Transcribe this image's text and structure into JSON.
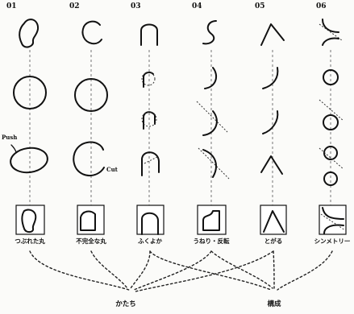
{
  "columns": [
    {
      "number": "01",
      "label": "つぶれた丸"
    },
    {
      "number": "02",
      "label": "不完全な丸"
    },
    {
      "number": "03",
      "label": "ふくよか"
    },
    {
      "number": "04",
      "label": "うねり・反転"
    },
    {
      "number": "05",
      "label": "とがる"
    },
    {
      "number": "06",
      "label": "シンメトリー"
    }
  ],
  "annotations": {
    "push": "Push",
    "cut": "Cut"
  },
  "bottom": {
    "left_label": "かたち",
    "right_label": "構成"
  }
}
